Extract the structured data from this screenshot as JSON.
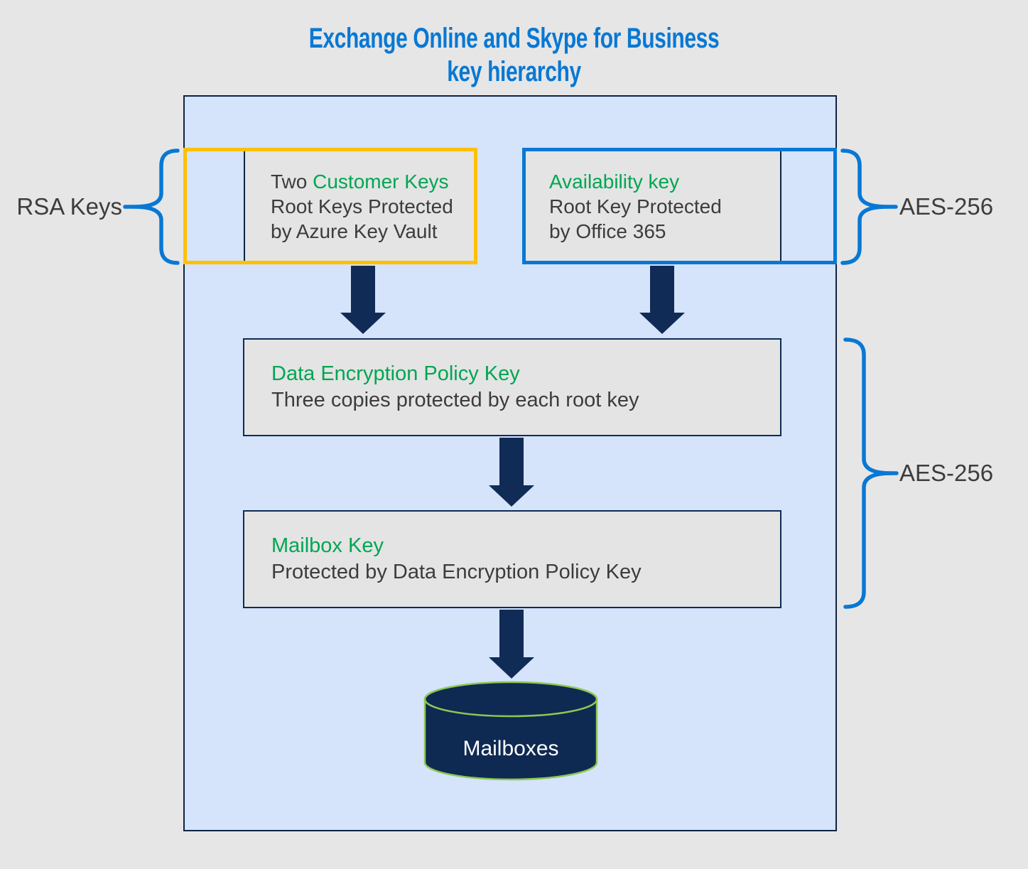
{
  "title": {
    "line1": "Exchange Online and Skype for Business",
    "line2": "key hierarchy"
  },
  "side_labels": {
    "rsa": "RSA Keys",
    "aes_top": "AES-256",
    "aes_bottom": "AES-256"
  },
  "boxes": {
    "customer_key": {
      "line1_prefix": "Two ",
      "line1_key": "Customer Keys",
      "line2": "Root Keys Protected",
      "line3": "by Azure Key Vault"
    },
    "availability_key": {
      "line1_key": "Availability key",
      "line2": "Root Key Protected",
      "line3": "by Office 365"
    },
    "dep_key": {
      "line1_key": "Data Encryption Policy Key",
      "line2": "Three copies protected by each root key"
    },
    "mailbox_key": {
      "line1_key": "Mailbox Key",
      "line2": "Protected by Data Encryption Policy Key"
    }
  },
  "database": {
    "label": "Mailboxes"
  },
  "colors": {
    "title_blue": "#0878d4",
    "brace_blue": "#0878d4",
    "customer_border_yellow": "#ffc000",
    "availability_border_blue": "#0878d4",
    "key_name_green": "#00a651",
    "cylinder_outline_green": "#8cc852",
    "navy": "#0e2a52",
    "container_fill": "#d5e3fb",
    "box_fill": "#e4e4e4",
    "text_dark": "#3c3c3c"
  }
}
